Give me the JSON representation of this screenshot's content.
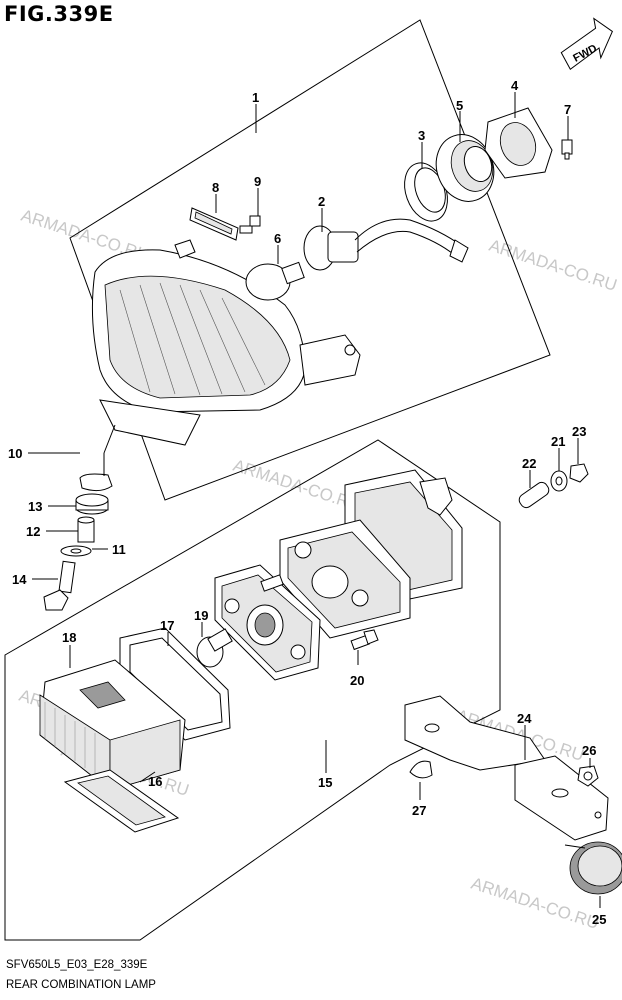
{
  "figure": {
    "title": "FIG.339E",
    "fwd_label": "FWD",
    "footer_code": "SFV650L5_E03_E28_339E",
    "footer_title": "REAR COMBINATION LAMP"
  },
  "watermarks": [
    "ARMADA-CO.RU",
    "ARMADA-CO.RU",
    "ARMADA-CO.RU",
    "ARMADA-CO.RU",
    "ARMADA-CO.RU",
    "ARMADA-CO.RU",
    "ARMADA-CO.RU"
  ],
  "callouts": [
    "1",
    "2",
    "3",
    "4",
    "5",
    "6",
    "7",
    "8",
    "9",
    "10",
    "11",
    "12",
    "13",
    "14",
    "15",
    "16",
    "17",
    "18",
    "19",
    "20",
    "21",
    "22",
    "23",
    "24",
    "25",
    "26",
    "27"
  ]
}
